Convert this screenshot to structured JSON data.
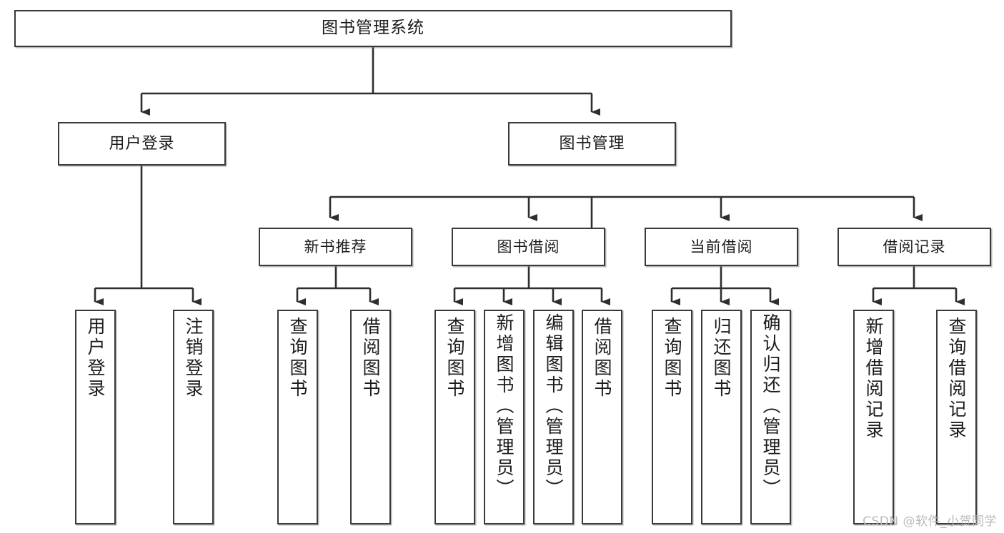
{
  "diagram": {
    "title": "图书管理系统",
    "type": "tree",
    "watermark": "CSDN @软件_小贺同学",
    "colors": {
      "border": "#3a3a3a",
      "background": "#ffffff",
      "text": "#1b1b1b",
      "connector": "#2e2e2e",
      "watermark": "#b9b9b9"
    },
    "root": {
      "label": "图书管理系统"
    },
    "level1": [
      {
        "label": "用户登录"
      },
      {
        "label": "图书管理"
      }
    ],
    "level2": [
      {
        "label": "新书推荐"
      },
      {
        "label": "图书借阅"
      },
      {
        "label": "当前借阅"
      },
      {
        "label": "借阅记录"
      }
    ],
    "leaves": [
      {
        "label": "用户登录",
        "parent": "用户登录"
      },
      {
        "label": "注销登录",
        "parent": "用户登录"
      },
      {
        "label": "查询图书",
        "parent": "新书推荐"
      },
      {
        "label": "借阅图书",
        "parent": "新书推荐"
      },
      {
        "label": "查询图书",
        "parent": "图书借阅"
      },
      {
        "label": "新增图书（管理员）",
        "parent": "图书借阅"
      },
      {
        "label": "编辑图书（管理员）",
        "parent": "图书借阅"
      },
      {
        "label": "借阅图书",
        "parent": "图书借阅"
      },
      {
        "label": "查询图书",
        "parent": "当前借阅"
      },
      {
        "label": "归还图书",
        "parent": "当前借阅"
      },
      {
        "label": "确认归还（管理员）",
        "parent": "当前借阅"
      },
      {
        "label": "新增借阅记录",
        "parent": "借阅记录"
      },
      {
        "label": "查询借阅记录",
        "parent": "借阅记录"
      }
    ]
  }
}
